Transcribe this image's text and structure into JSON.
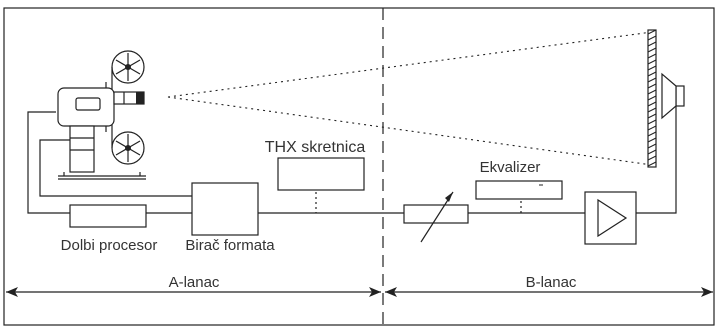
{
  "labels": {
    "thx_crossover": "THX skretnica",
    "equalizer": "Ekvalizer",
    "dolby_processor": "Dolbi procesor",
    "format_selector": "Birač formata",
    "chain_a": "A-lanac",
    "chain_b": "B-lanac"
  },
  "colors": {
    "line": "#222222",
    "text": "#333333",
    "background": "#ffffff"
  }
}
